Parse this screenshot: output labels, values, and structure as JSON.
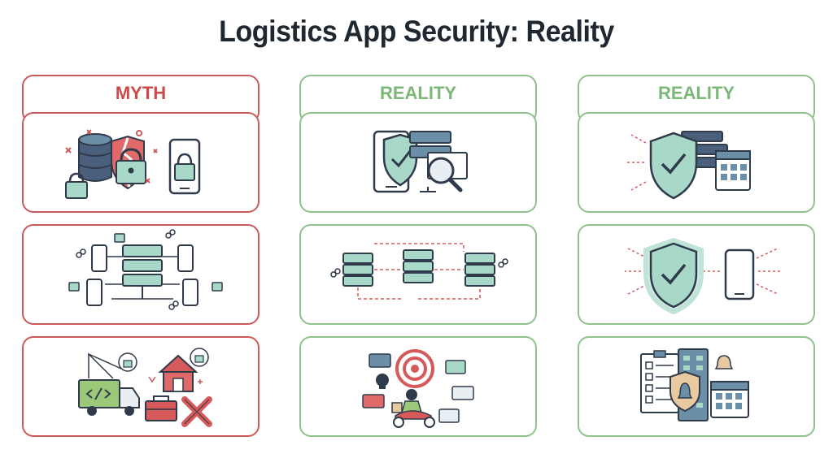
{
  "title": "Logistics App Security: Reality",
  "columns": [
    {
      "label": "MYTH"
    },
    {
      "label": "REALITY"
    },
    {
      "label": "REALITY"
    }
  ],
  "colors": {
    "myth": "#cc5a5a",
    "reality": "#8ec28a",
    "shield": "#a8d8c8",
    "server": "#6b8fa6",
    "dark": "#2f3a4a"
  },
  "icons": {
    "card_1_1": [
      "database-icon",
      "broken-shield-icon",
      "padlock-icon",
      "smartphone-icon"
    ],
    "card_1_2": [
      "server-rack-icon",
      "smartphone-icon",
      "padlock-icon",
      "chain-link-icon"
    ],
    "card_1_3": [
      "delivery-truck-icon",
      "home-icon",
      "toolbox-icon",
      "wrench-icon",
      "crane-icon"
    ],
    "card_2_1": [
      "smartphone-icon",
      "shield-check-icon",
      "server-icon",
      "magnifier-icon"
    ],
    "card_2_2": [
      "server-rack-icon",
      "network-arrows-icon",
      "chain-link-icon"
    ],
    "card_2_3": [
      "target-icon",
      "delivery-scooter-icon",
      "credit-card-icon",
      "skull-icon"
    ],
    "card_3_1": [
      "shield-check-icon",
      "server-icon",
      "calendar-icon",
      "arrows-icon"
    ],
    "card_3_2": [
      "glowing-shield-check-icon",
      "smartphone-icon",
      "arrows-icon"
    ],
    "card_3_3": [
      "checklist-icon",
      "building-icon",
      "bell-icon",
      "calendar-icon"
    ]
  }
}
